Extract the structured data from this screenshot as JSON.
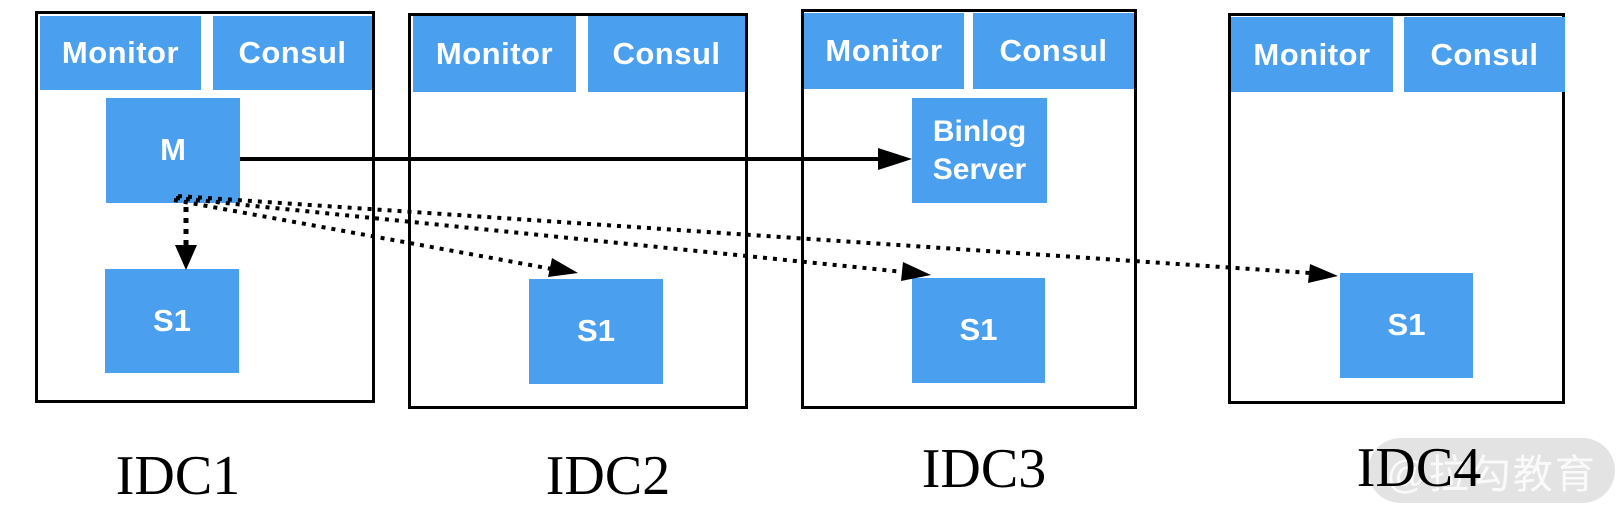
{
  "diagram_type": "multi-idc-mysql-replication-architecture",
  "colors": {
    "node_blue": "#4AA0EF",
    "line_black": "#000000",
    "watermark_bg": "#E0E0E0",
    "watermark_text": "#FAFAFA"
  },
  "idc1": {
    "label": "IDC1",
    "monitor": "Monitor",
    "consul": "Consul",
    "master": "M",
    "slave": "S1"
  },
  "idc2": {
    "label": "IDC2",
    "monitor": "Monitor",
    "consul": "Consul",
    "slave": "S1"
  },
  "idc3": {
    "label": "IDC3",
    "monitor": "Monitor",
    "consul": "Consul",
    "binlog_server": "Binlog Server",
    "slave": "S1"
  },
  "idc4": {
    "label": "IDC4",
    "monitor": "Monitor",
    "consul": "Consul",
    "slave": "S1"
  },
  "edges": [
    {
      "from": "idc1.master",
      "to": "idc3.binlog_server",
      "style": "solid"
    },
    {
      "from": "idc1.master",
      "to": "idc1.slave",
      "style": "dotted"
    },
    {
      "from": "idc1.master",
      "to": "idc2.slave",
      "style": "dotted"
    },
    {
      "from": "idc1.master",
      "to": "idc3.slave",
      "style": "dotted"
    },
    {
      "from": "idc1.master",
      "to": "idc4.slave",
      "style": "dotted"
    }
  ],
  "watermark": {
    "text": "@拉勾教育"
  }
}
